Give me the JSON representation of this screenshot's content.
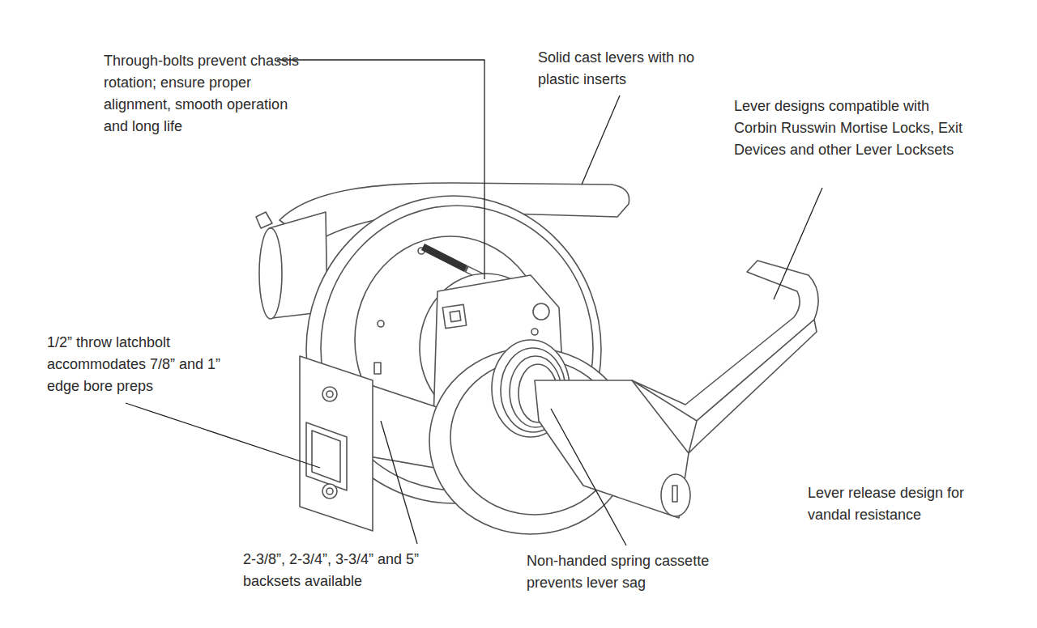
{
  "diagram": {
    "labels": [
      "Through-bolts prevent chassis rotation; ensure proper alignment, smooth operation and long life",
      "Solid cast levers with no plastic inserts",
      "Lever designs compatible with Corbin Russwin Mortise Locks, Exit Devices and other Lever Locksets",
      "1/2” throw latchbolt accommodates 7/8” and 1” edge bore preps",
      "Lever release design for vandal resistance",
      "2-3/8”, 2-3/4”, 3-3/4” and 5” backsets available",
      "Non-handed spring cassette prevents lever sag"
    ]
  }
}
